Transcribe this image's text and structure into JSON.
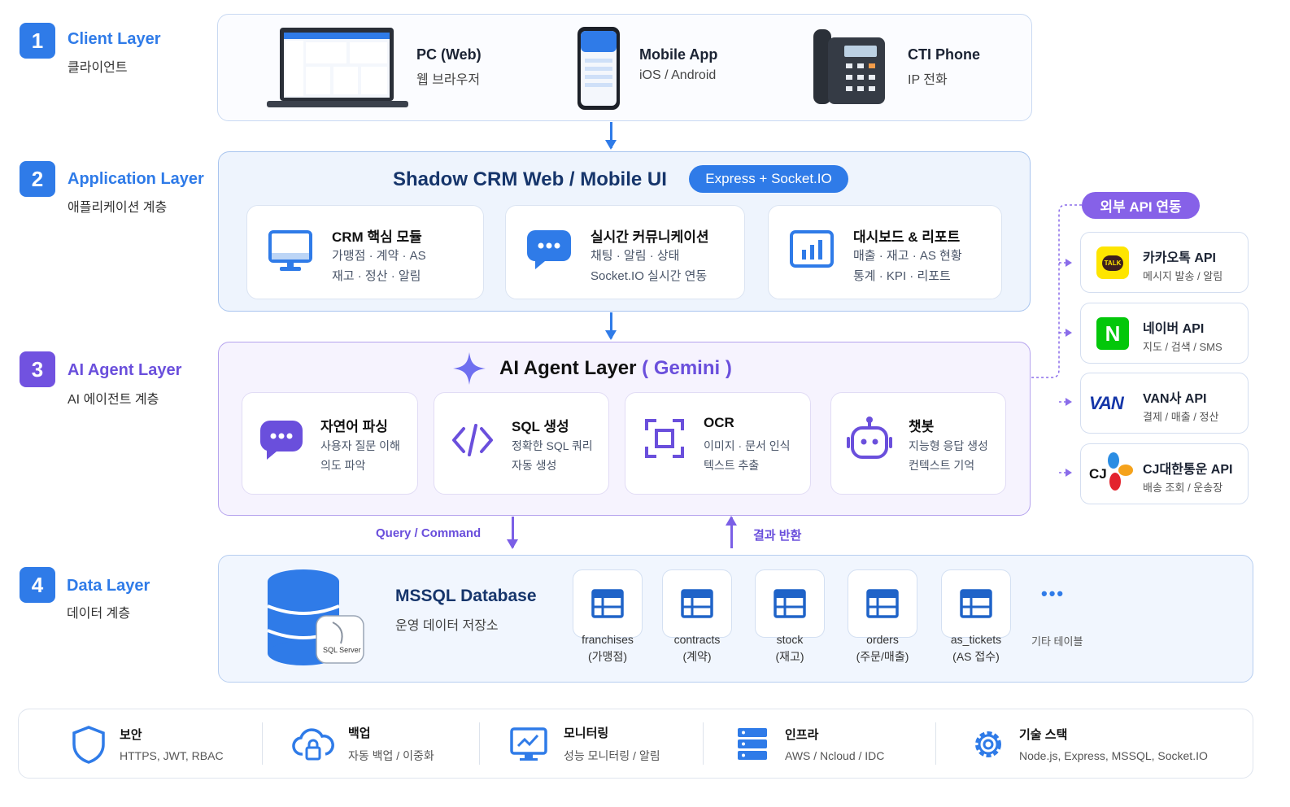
{
  "layers": [
    {
      "num": "1",
      "title": "Client Layer",
      "sub": "클라이언트"
    },
    {
      "num": "2",
      "title": "Application Layer",
      "sub": "애플리케이션 계층"
    },
    {
      "num": "3",
      "title": "AI Agent Layer",
      "sub": "AI 에이전트 계층"
    },
    {
      "num": "4",
      "title": "Data Layer",
      "sub": "데이터 계층"
    }
  ],
  "colors": {
    "blue": "#2f7be8",
    "purple": "#7152e0",
    "navy": "#16356b"
  },
  "client": [
    {
      "title": "PC (Web)",
      "sub": "웹 브라우저"
    },
    {
      "title": "Mobile App",
      "sub": "iOS / Android"
    },
    {
      "title": "CTI Phone",
      "sub": "IP 전화"
    }
  ],
  "app": {
    "title": "Shadow CRM Web / Mobile UI",
    "pill": "Express + Socket.IO",
    "cards": [
      {
        "title": "CRM 핵심 모듈",
        "l1": "가맹점 · 계약 · AS",
        "l2": "재고 · 정산 · 알림"
      },
      {
        "title": "실시간 커뮤니케이션",
        "l1": "채팅 · 알림 · 상태",
        "l2": "Socket.IO 실시간 연동"
      },
      {
        "title": "대시보드 & 리포트",
        "l1": "매출 · 재고 · AS 현황",
        "l2": "통계 · KPI · 리포트"
      }
    ]
  },
  "ai": {
    "title": "AI Agent Layer",
    "paren_open": "(",
    "model": "Gemini",
    "paren_close": ")",
    "cards": [
      {
        "title": "자연어 파싱",
        "l1": "사용자 질문 이해",
        "l2": "의도 파악"
      },
      {
        "title": "SQL 생성",
        "l1": "정확한 SQL 쿼리",
        "l2": "자동 생성"
      },
      {
        "title": "OCR",
        "l1": "이미지 · 문서 인식",
        "l2": "텍스트 추출"
      },
      {
        "title": "챗봇",
        "l1": "지능형 응답 생성",
        "l2": "컨텍스트 기억"
      }
    ]
  },
  "flow": {
    "query": "Query / Command",
    "result": "결과 반환"
  },
  "data": {
    "title": "MSSQL Database",
    "sub": "운영 데이터 저장소",
    "logo": "SQL Server",
    "tables": [
      {
        "name": "franchises",
        "ko": "(가맹점)"
      },
      {
        "name": "contracts",
        "ko": "(계약)"
      },
      {
        "name": "stock",
        "ko": "(재고)"
      },
      {
        "name": "orders",
        "ko": "(주문/매출)"
      },
      {
        "name": "as_tickets",
        "ko": "(AS 접수)"
      }
    ],
    "more": "기타 테이블"
  },
  "external": {
    "title": "외부 API 연동",
    "apis": [
      {
        "title": "카카오톡 API",
        "sub": "메시지 발송 / 알림",
        "logo": "TALK"
      },
      {
        "title": "네이버 API",
        "sub": "지도 / 검색 / SMS",
        "logo": "N"
      },
      {
        "title": "VAN사 API",
        "sub": "결제 / 매출 / 정산",
        "logo": "VAN"
      },
      {
        "title": "CJ대한통운 API",
        "sub": "배송 조회 / 운송장",
        "logo": "CJ"
      }
    ]
  },
  "footer": [
    {
      "title": "보안",
      "sub": "HTTPS, JWT, RBAC"
    },
    {
      "title": "백업",
      "sub": "자동 백업 / 이중화"
    },
    {
      "title": "모니터링",
      "sub": "성능 모니터링 / 알림"
    },
    {
      "title": "인프라",
      "sub": "AWS / Ncloud / IDC"
    },
    {
      "title": "기술 스택",
      "sub": "Node.js, Express, MSSQL, Socket.IO"
    }
  ]
}
